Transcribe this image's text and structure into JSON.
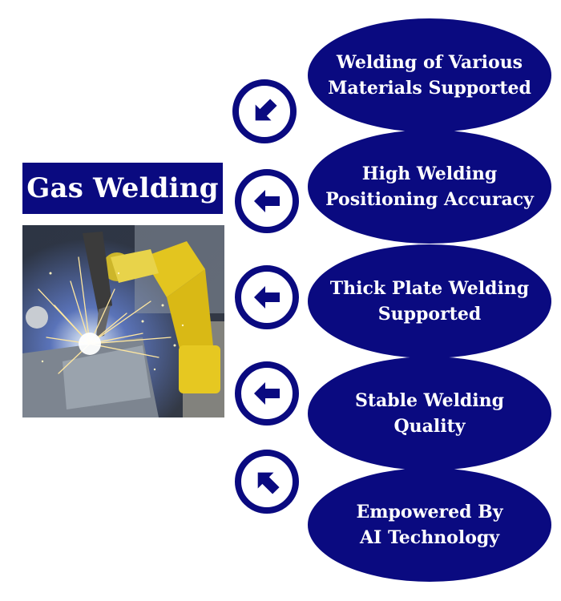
{
  "title": "Gas Welding",
  "colors": {
    "primary": "#0a0a80",
    "background": "#ffffff"
  },
  "photo": {
    "subject": "robotic-arm-welding-sparks"
  },
  "features": [
    {
      "line1": "Welding of Various",
      "line2": "Materials Supported",
      "arrow": "arrow-down-left-icon"
    },
    {
      "line1": "High Welding",
      "line2": "Positioning Accuracy",
      "arrow": "arrow-left-icon"
    },
    {
      "line1": "Thick Plate Welding",
      "line2": "Supported",
      "arrow": "arrow-left-icon"
    },
    {
      "line1": "Stable Welding",
      "line2": "Quality",
      "arrow": "arrow-left-icon"
    },
    {
      "line1": "Empowered By",
      "line2": "AI Technology",
      "arrow": "arrow-up-left-icon"
    }
  ]
}
